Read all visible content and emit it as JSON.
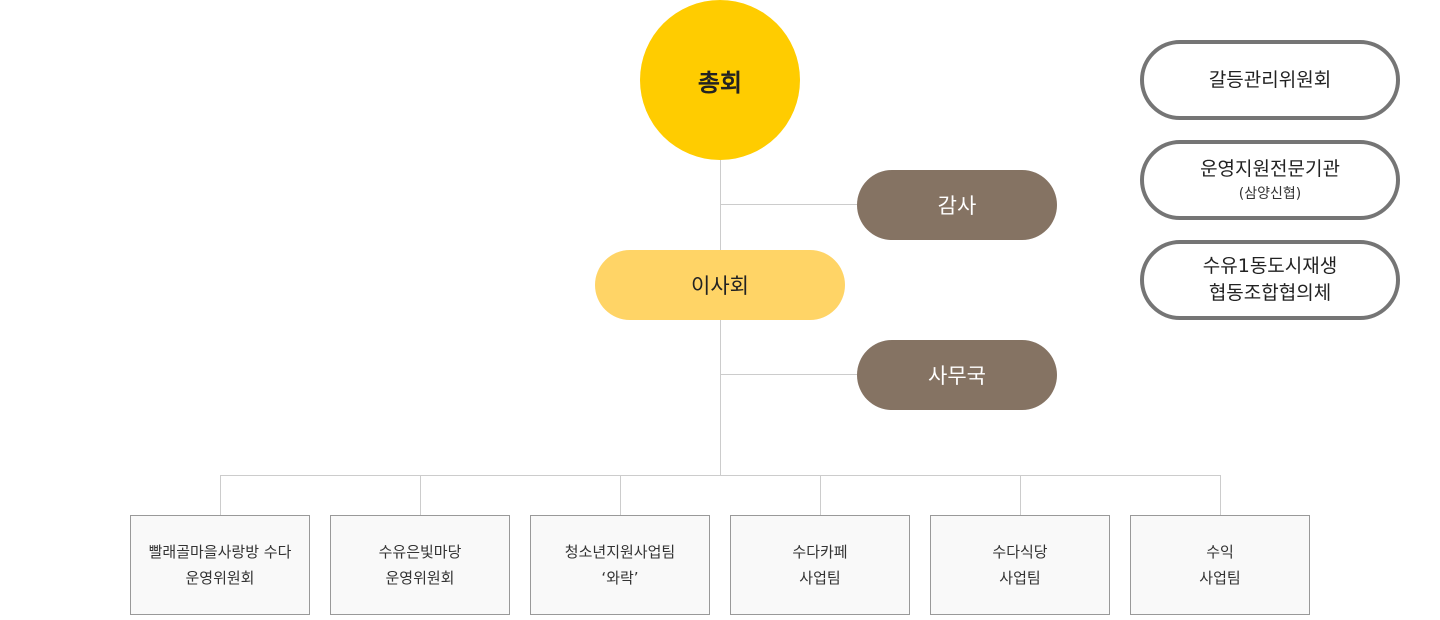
{
  "org": {
    "general_assembly": "총회",
    "audit": "감사",
    "board": "이사회",
    "secretariat": "사무국",
    "side_committees": [
      {
        "lines": [
          "갈등관리위원회"
        ]
      },
      {
        "lines": [
          "운영지원전문기관"
        ],
        "sub": "(삼양신협)"
      },
      {
        "lines": [
          "수유1동도시재생",
          "협동조합협의체"
        ]
      }
    ],
    "teams": [
      {
        "lines": [
          "빨래골마을사랑방 수다",
          "운영위원회"
        ]
      },
      {
        "lines": [
          "수유은빛마당",
          "운영위원회"
        ]
      },
      {
        "lines": [
          "청소년지원사업팀",
          "‘와락’"
        ]
      },
      {
        "lines": [
          "수다카페",
          "사업팀"
        ]
      },
      {
        "lines": [
          "수다식당",
          "사업팀"
        ]
      },
      {
        "lines": [
          "수익",
          "사업팀"
        ]
      }
    ]
  },
  "colors": {
    "general": "#ffcc00",
    "board": "#ffd466",
    "brown": "#857363",
    "side_border": "#757575",
    "connector": "#cccccc",
    "team_border": "#999999"
  }
}
